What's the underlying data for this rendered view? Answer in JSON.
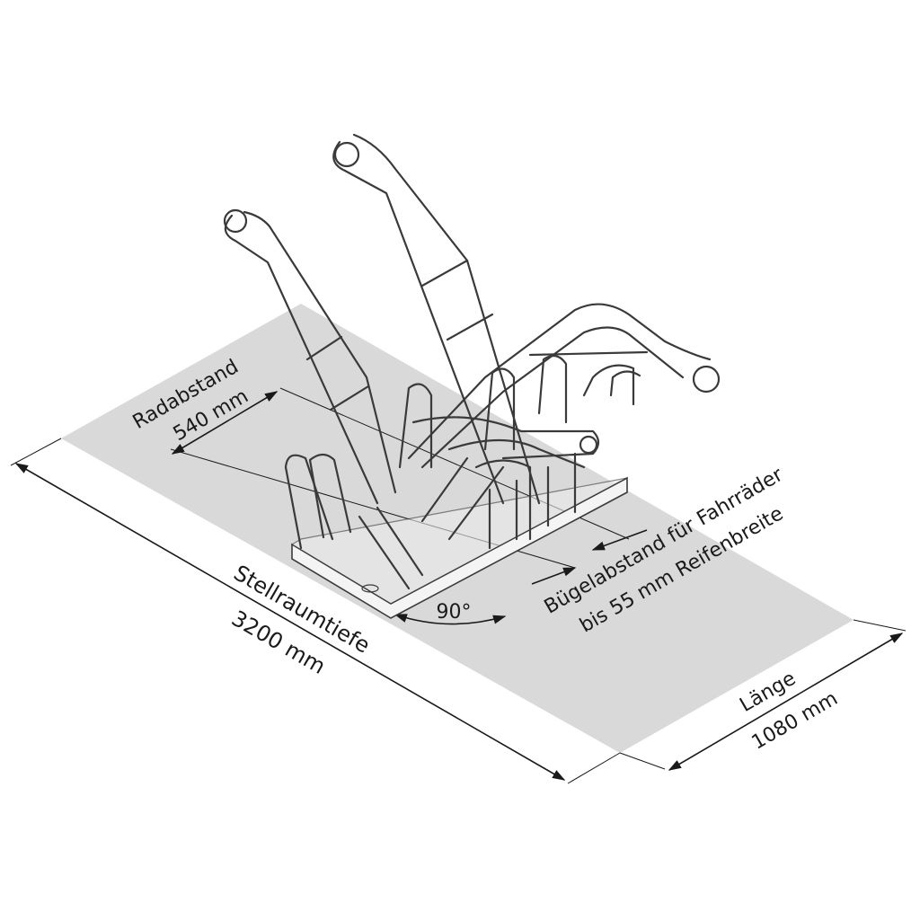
{
  "colors": {
    "floor": "#d9d9d9",
    "stroke": "#3a3a3a",
    "text": "#1a1a1a",
    "background": "#ffffff"
  },
  "labels": {
    "radabstand_title": "Radabstand",
    "radabstand_value": "540 mm",
    "tiefe_title": "Stellraumtiefe",
    "tiefe_value": "3200 mm",
    "laenge_title": "Länge",
    "laenge_value": "1080 mm",
    "buegel_line1": "Bügelabstand für Fahrräder",
    "buegel_line2": "bis 55 mm Reifenbreite",
    "angle": "90°"
  }
}
